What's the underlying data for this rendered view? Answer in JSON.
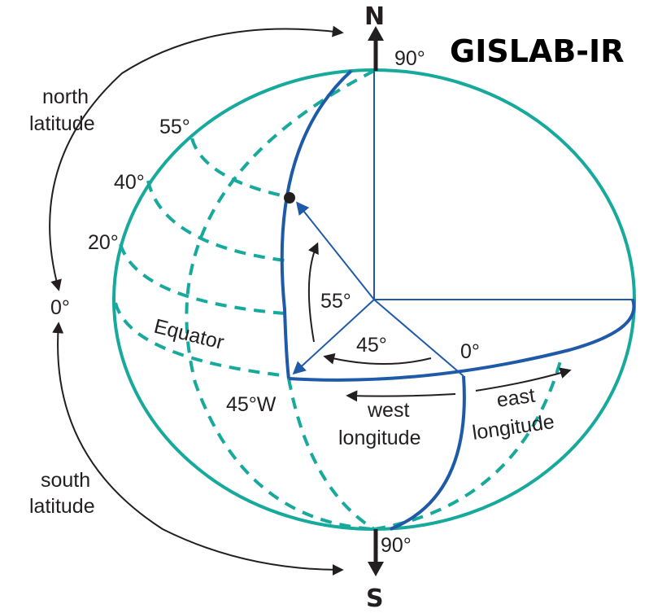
{
  "brand": "GISLAB-IR",
  "poles": {
    "north": "N",
    "south": "S"
  },
  "angles": {
    "north_pole": "90°",
    "south_pole": "90°",
    "lat_55": "55°",
    "lat_40": "40°",
    "lat_20": "20°",
    "lat_0": "0°",
    "point_lat": "55°",
    "point_lon": "45°",
    "prime_meridian": "0°",
    "meridian_45w": "45°W"
  },
  "labels": {
    "north_latitude": [
      "north",
      "latitude"
    ],
    "south_latitude": [
      "south",
      "latitude"
    ],
    "equator": "Equator",
    "west_longitude": [
      "west",
      "longitude"
    ],
    "east_longitude": [
      "east",
      "longitude"
    ]
  },
  "colors": {
    "globe": "#16a99c",
    "meridian": "#1f5aa8",
    "ink": "#231f20"
  }
}
